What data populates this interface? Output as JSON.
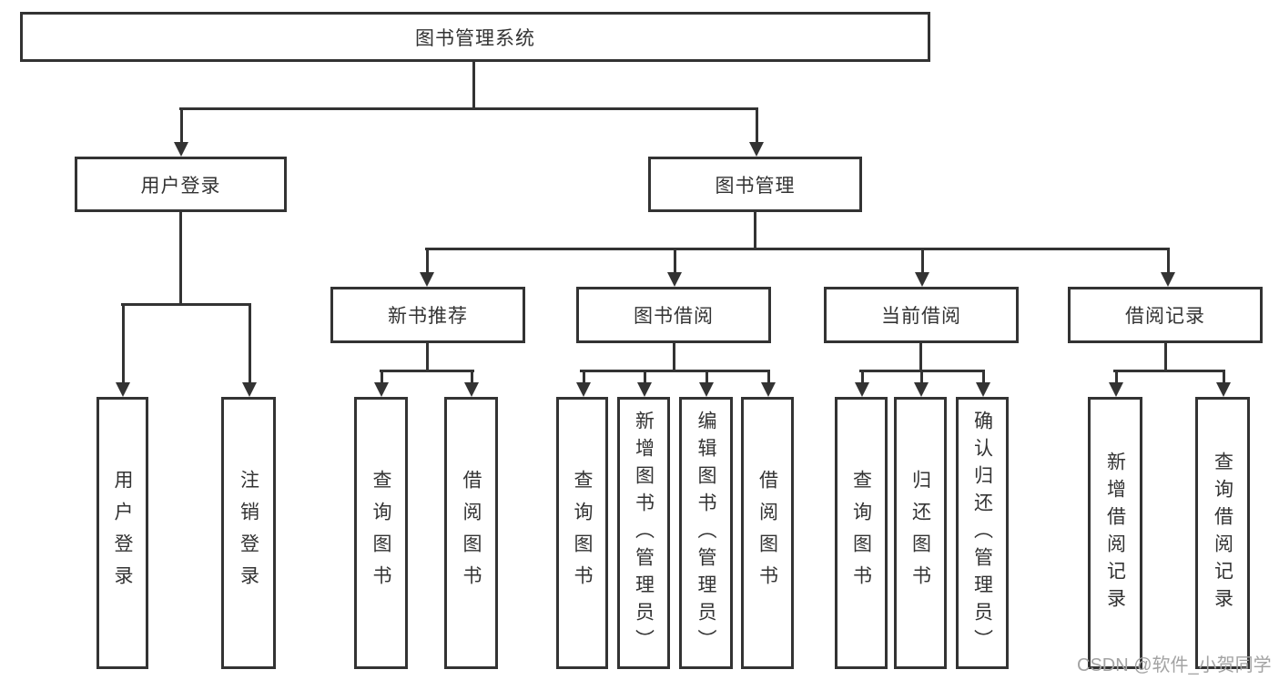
{
  "tree": {
    "label": "图书管理系统",
    "children": [
      {
        "label": "用户登录",
        "children": [
          {
            "label": "用户登录"
          },
          {
            "label": "注销登录"
          }
        ]
      },
      {
        "label": "图书管理",
        "children": [
          {
            "label": "新书推荐",
            "children": [
              {
                "label": "查询图书"
              },
              {
                "label": "借阅图书"
              }
            ]
          },
          {
            "label": "图书借阅",
            "children": [
              {
                "label": "查询图书"
              },
              {
                "label": "新增图书（管理员）"
              },
              {
                "label": "编辑图书（管理员）"
              },
              {
                "label": "借阅图书"
              }
            ]
          },
          {
            "label": "当前借阅",
            "children": [
              {
                "label": "查询图书"
              },
              {
                "label": "归还图书"
              },
              {
                "label": "确认归还（管理员）"
              }
            ]
          },
          {
            "label": "借阅记录",
            "children": [
              {
                "label": "新增借阅记录"
              },
              {
                "label": "查询借阅记录"
              }
            ]
          }
        ]
      }
    ]
  },
  "watermark": {
    "text": "CSDN @软件_小贺同学"
  },
  "colors": {
    "line": "#333333",
    "text": "#333333",
    "watermark": "#a3a3a3",
    "background": "#ffffff"
  }
}
